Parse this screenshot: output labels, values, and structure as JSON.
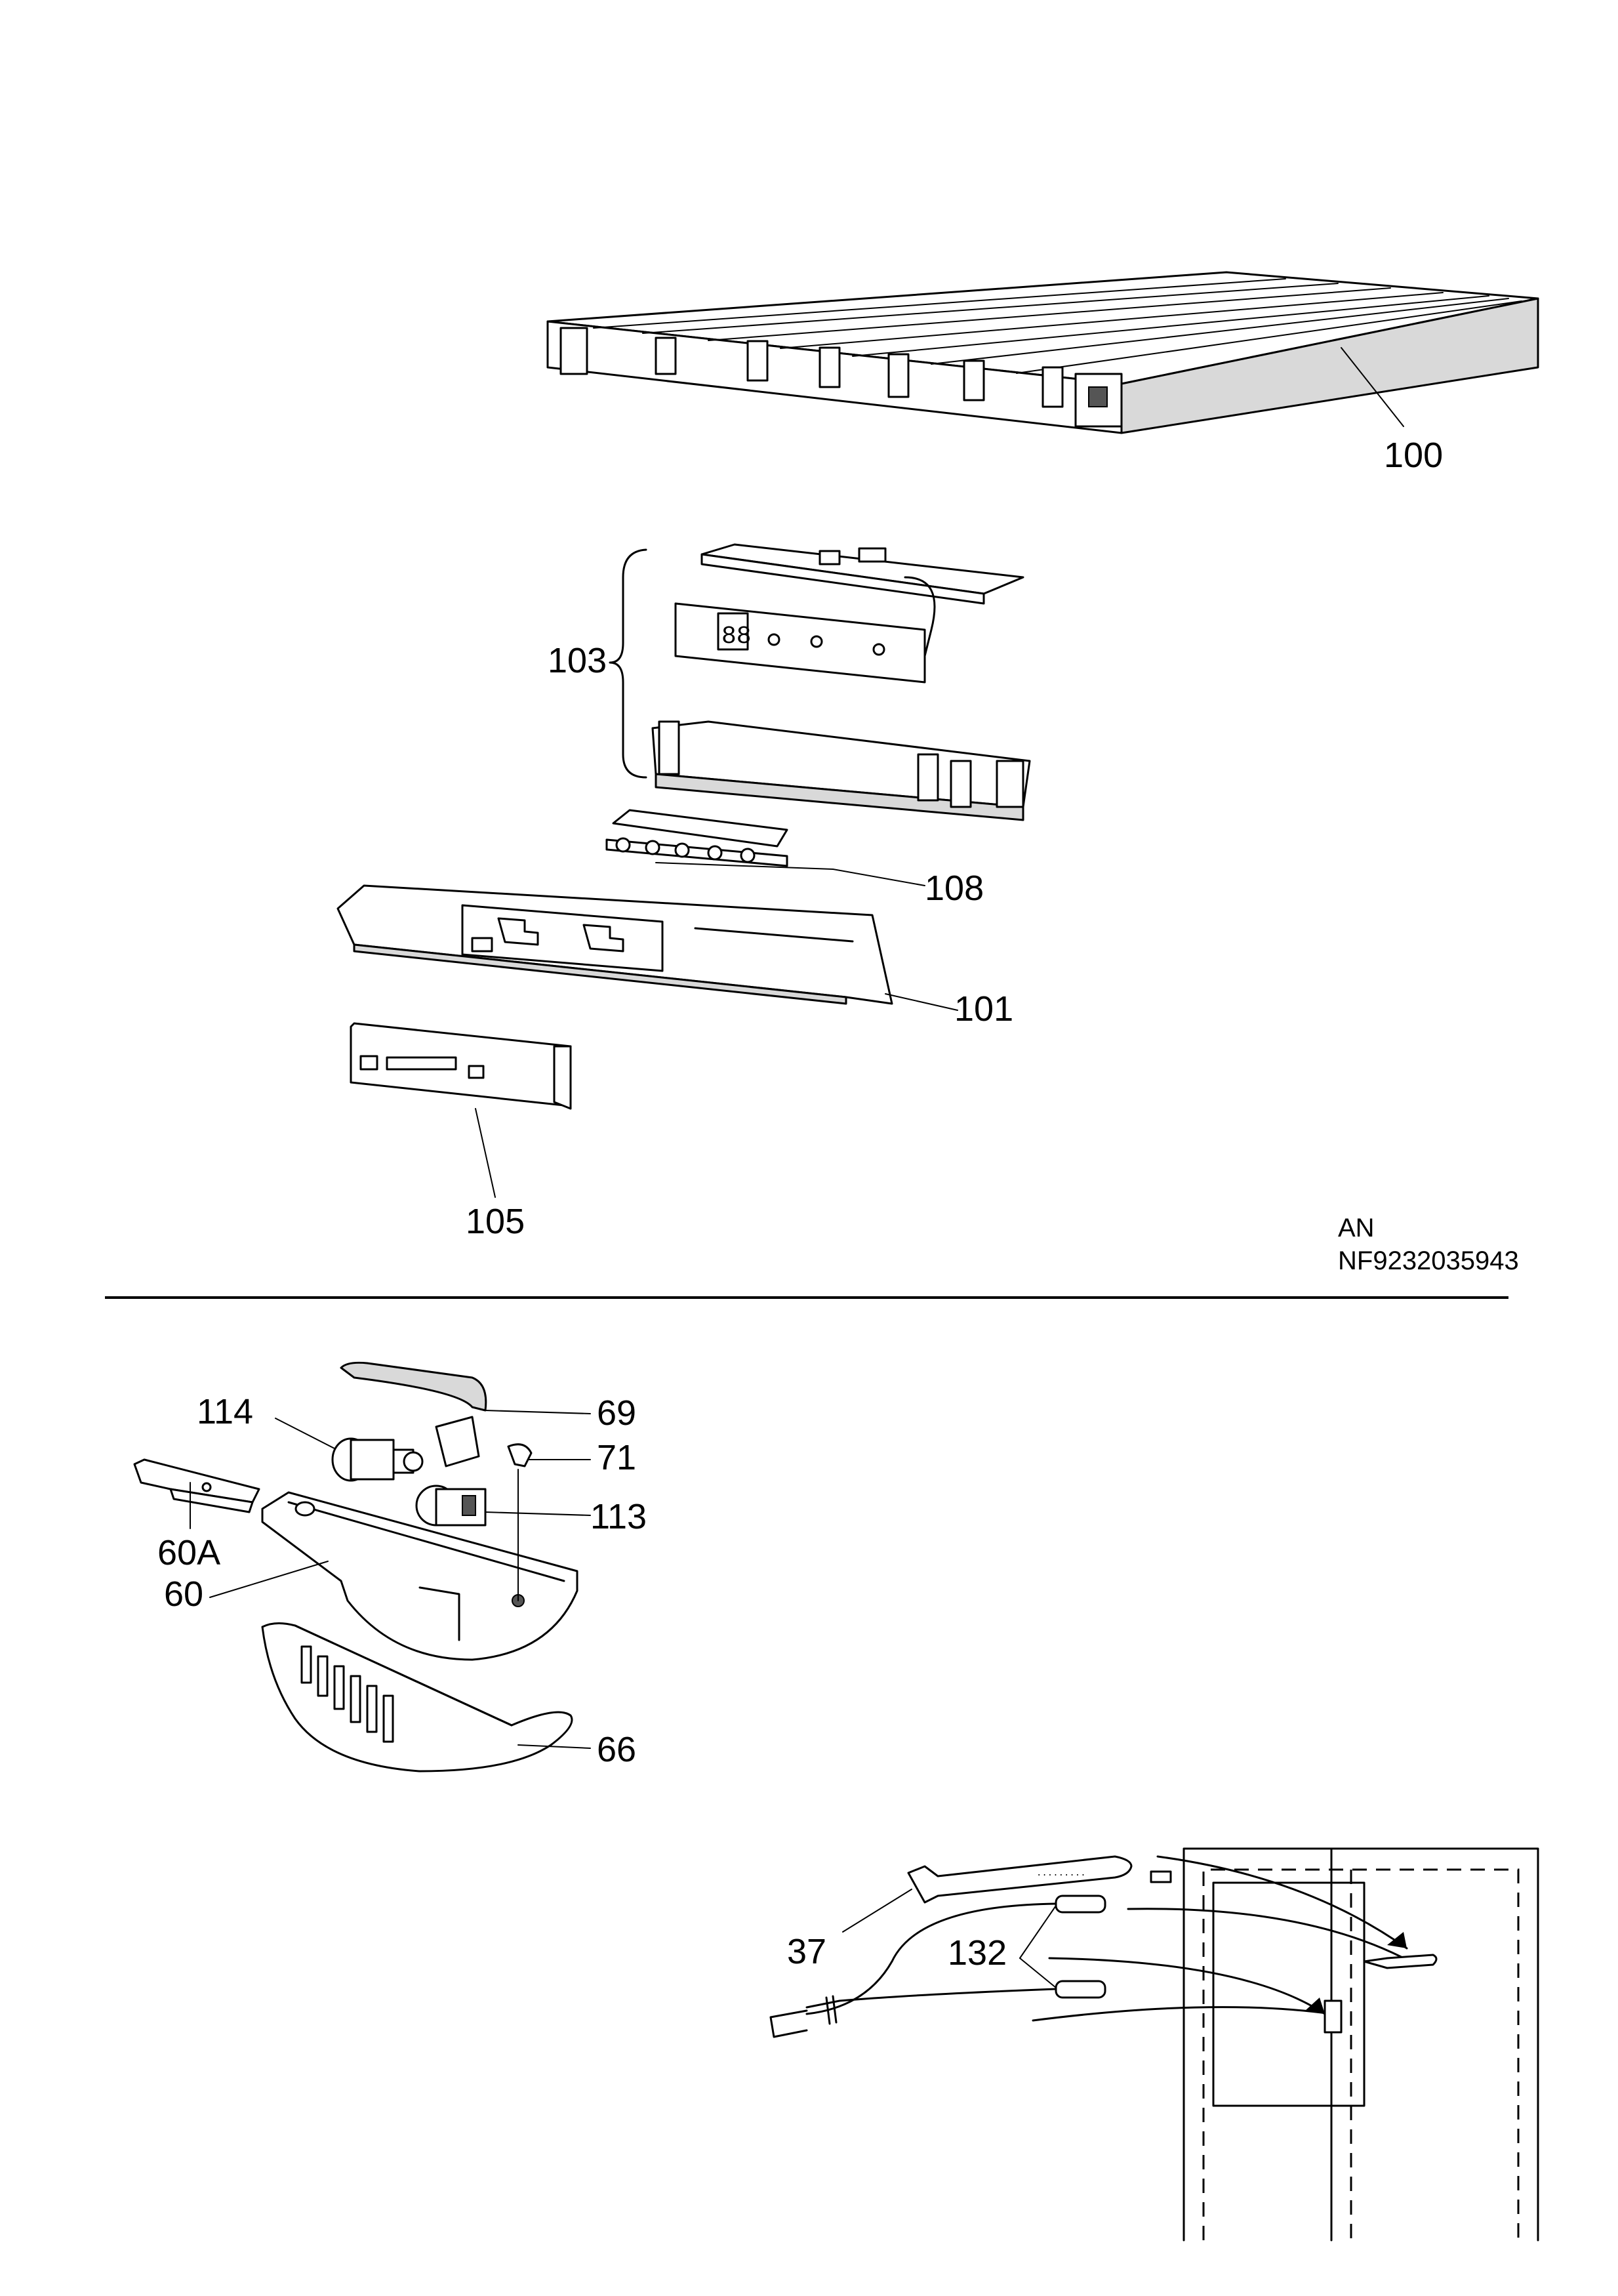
{
  "callouts": {
    "c100": "100",
    "c103": "103",
    "c108": "108",
    "c101": "101",
    "c105": "105",
    "c69": "69",
    "c114": "114",
    "c71": "71",
    "c113": "113",
    "c60A": "60A",
    "c60": "60",
    "c66": "66",
    "c37": "37",
    "c132": "132"
  },
  "doc_code": {
    "line1": "AN",
    "line2": "NF9232035943"
  }
}
